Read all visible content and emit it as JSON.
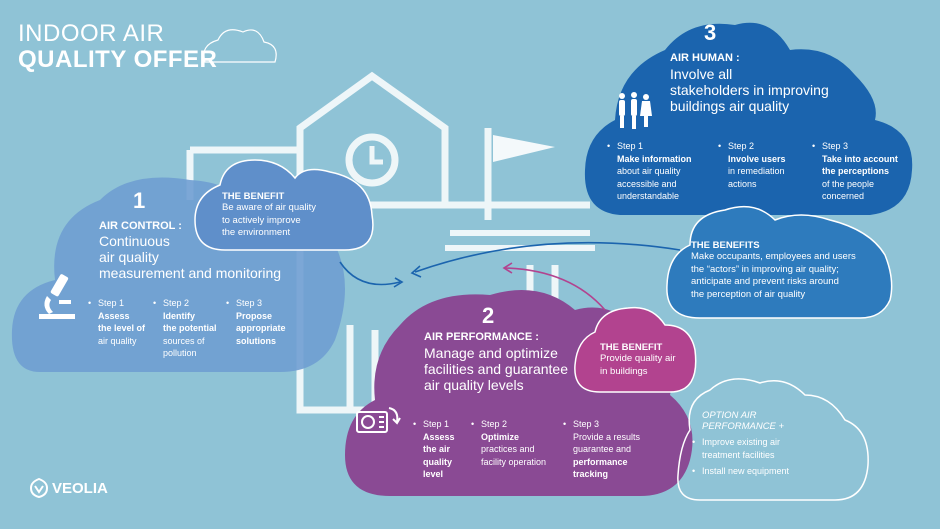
{
  "title": {
    "line1": "INDOOR AIR",
    "line2": "QUALITY OFFER"
  },
  "air_control": {
    "number": "1",
    "heading": "AIR CONTROL :",
    "subtitle_lines": [
      "Continuous",
      "air quality",
      "measurement and monitoring"
    ],
    "icon": "microscope-icon",
    "steps": [
      {
        "label": "Step 1",
        "lines": [
          "Assess",
          "the level of",
          "air quality"
        ]
      },
      {
        "label": "Step 2",
        "lines": [
          "Identify",
          "the potential",
          "sources of",
          "pollution"
        ]
      },
      {
        "label": "Step 3",
        "lines": [
          "Propose",
          "appropriate",
          "solutions"
        ]
      }
    ],
    "benefit": {
      "heading": "THE BENEFIT",
      "lines": [
        "Be aware of air quality",
        "to actively improve",
        "the environment"
      ]
    }
  },
  "air_performance": {
    "number": "2",
    "heading": "AIR PERFORMANCE :",
    "subtitle_lines": [
      "Manage and optimize",
      "facilities and guarantee",
      "air quality levels"
    ],
    "icon": "air-purifier-icon",
    "steps": [
      {
        "label": "Step 1",
        "lines": [
          "Assess",
          "the air",
          "quality",
          "level"
        ]
      },
      {
        "label": "Step 2",
        "lines": [
          "Optimize",
          "practices and",
          "facility operation"
        ]
      },
      {
        "label": "Step 3",
        "lines": [
          "Provide a results",
          "guarantee and",
          "performance",
          "tracking"
        ]
      }
    ],
    "benefit": {
      "heading": "THE BENEFIT",
      "lines": [
        "Provide quality air",
        "in buildings"
      ]
    }
  },
  "air_human": {
    "number": "3",
    "heading": "AIR HUMAN :",
    "subtitle_lines": [
      "Involve all",
      "stakeholders in improving",
      "buildings air quality"
    ],
    "icon": "people-icon",
    "steps": [
      {
        "label": "Step 1",
        "lines": [
          "Make information",
          "about air quality",
          "accessible and",
          "understandable"
        ]
      },
      {
        "label": "Step 2",
        "lines": [
          "Involve users",
          "in remediation",
          "actions"
        ]
      },
      {
        "label": "Step 3",
        "lines": [
          "Take into account",
          "the perceptions",
          "of the people",
          "concerned"
        ]
      }
    ],
    "benefit": {
      "heading": "THE BENEFITS",
      "lines": [
        "Make occupants, employees and users",
        "the “actors” in improving air quality;",
        "anticipate and prevent risks around",
        "the perception of air quality"
      ]
    }
  },
  "option": {
    "heading_lines": [
      "OPTION AIR",
      "PERFORMANCE +"
    ],
    "items": [
      [
        "Improve existing air",
        "treatment facilities"
      ],
      [
        "Install new equipment"
      ]
    ]
  },
  "brand": {
    "name": "VEOLIA"
  },
  "colors": {
    "background": "#8fc3d6",
    "control_cloud": "#6f9ed2",
    "performance_cloud": "#8a4a94",
    "performance_benefit": "#b2438f",
    "human_cloud": "#1b64ae",
    "human_benefit": "#2e7bbd"
  }
}
